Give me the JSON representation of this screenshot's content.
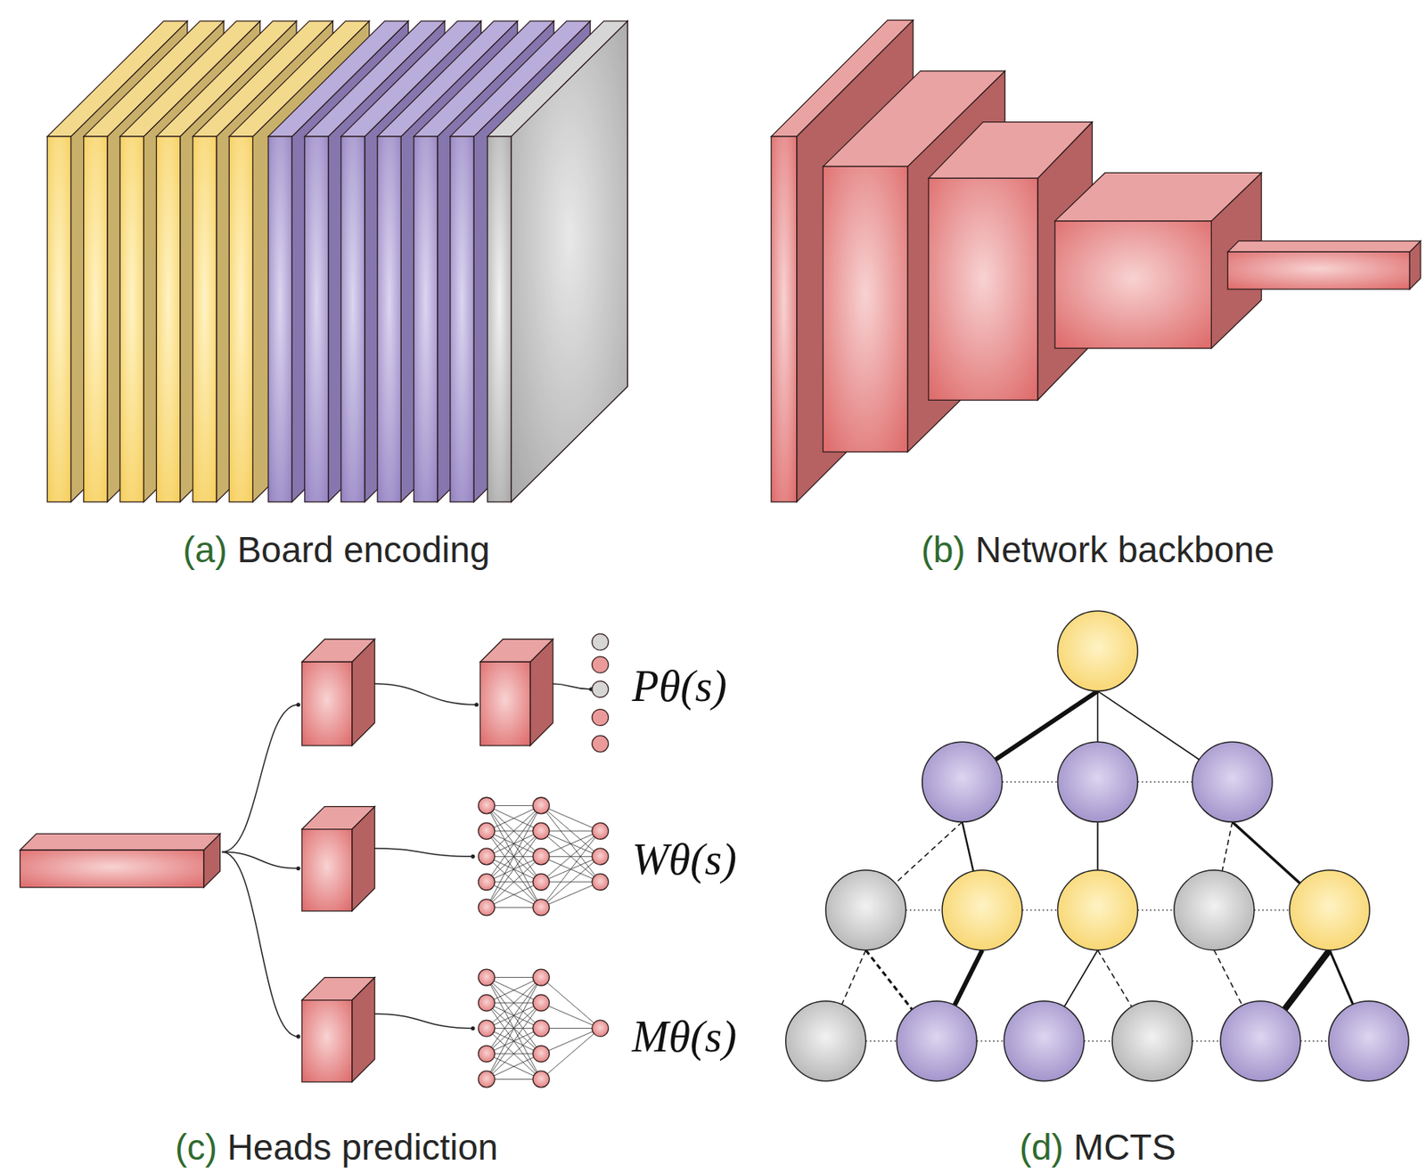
{
  "diagram": {
    "labels": [
      "(a)",
      "Board encoding",
      "(b)",
      "Network backbone",
      "(c)",
      "Heads prediction",
      "(d)",
      "MCTS",
      "Pθ(s)",
      "Wθ(s)",
      "Mθ(s)"
    ]
  }
}
